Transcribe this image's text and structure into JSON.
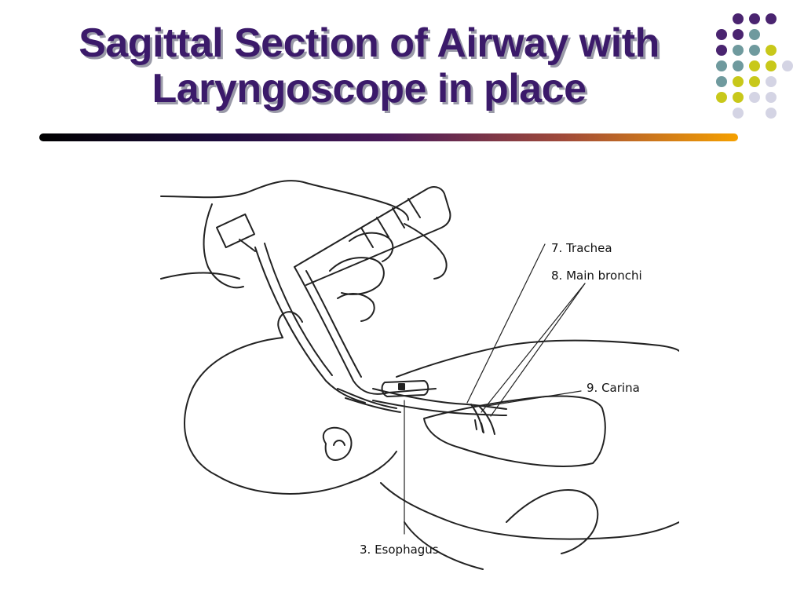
{
  "title": {
    "line1": "Sagittal Section of Airway with",
    "line2": "Laryngoscope in place"
  },
  "colors": {
    "title": "#3b1a6a",
    "dot_purple": "#4a2470",
    "dot_teal": "#6f9a9e",
    "dot_yellow": "#c8c81a",
    "dot_lavender": "#d4d4e4"
  },
  "figure": {
    "labels": {
      "trachea": "7. Trachea",
      "main_bronchi": "8. Main bronchi",
      "carina": "9. Carina",
      "esophagus": "3. Esophagus"
    }
  }
}
